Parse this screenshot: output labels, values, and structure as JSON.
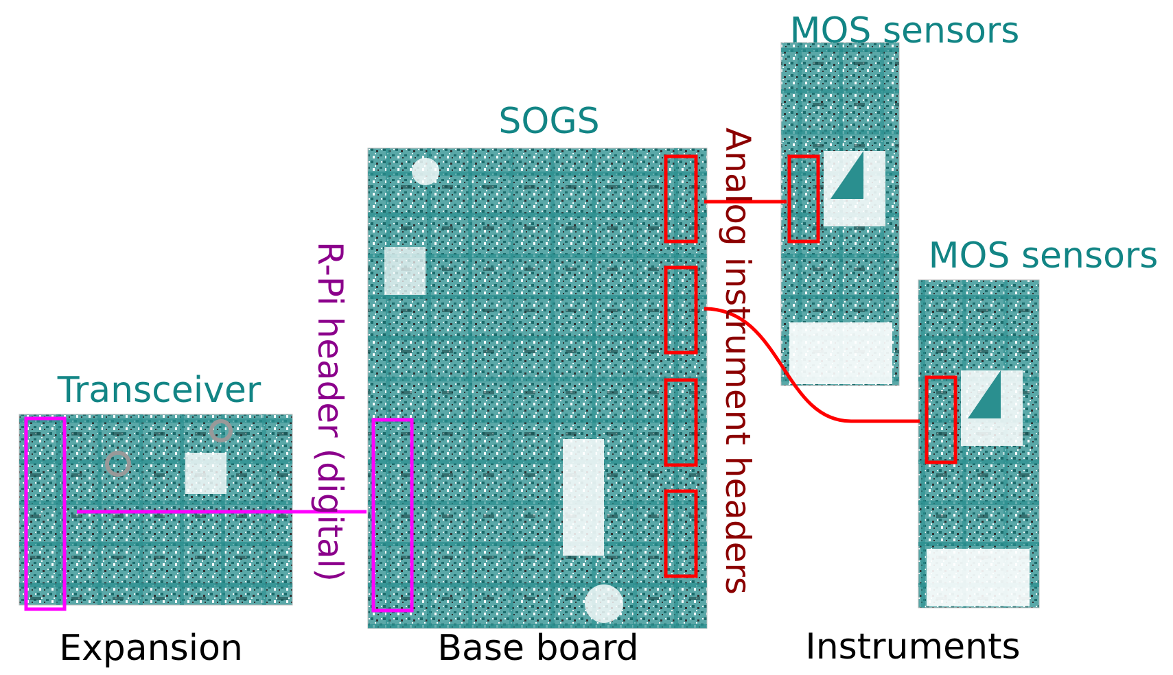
{
  "labels": {
    "sogs": "SOGS",
    "transceiver": "Transceiver",
    "mos_1": "MOS sensors",
    "mos_2": "MOS sensors",
    "expansion": "Expansion",
    "base_board": "Base board",
    "instruments": "Instruments",
    "rpi_header": "R-Pi header (digital)",
    "analog_headers": "Analog instrument headers"
  },
  "colors": {
    "board_title": "#128585",
    "category": "#000000",
    "rpi": "#8b008b",
    "analog": "#8b0000",
    "magenta": "#ff00ff",
    "red": "#ff0000",
    "pcb_teal": "#2a8f8f",
    "pcb_dark": "#1a4a4a"
  }
}
